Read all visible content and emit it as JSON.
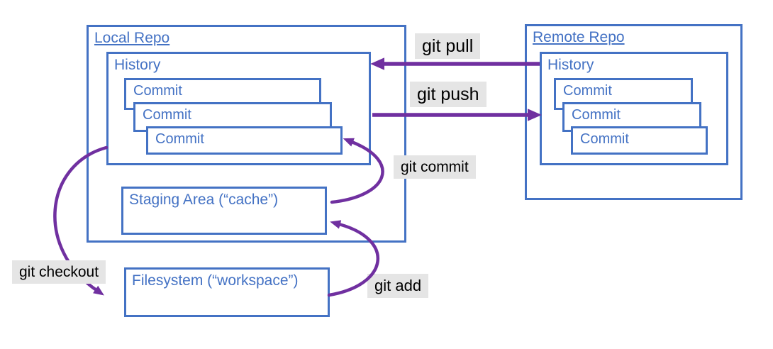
{
  "local_repo": {
    "title": "Local Repo",
    "history": {
      "title": "History",
      "commits": [
        "Commit",
        "Commit",
        "Commit"
      ]
    },
    "staging": {
      "label": "Staging Area (“cache”)"
    }
  },
  "remote_repo": {
    "title": "Remote Repo",
    "history": {
      "title": "History",
      "commits": [
        "Commit",
        "Commit",
        "Commit"
      ]
    }
  },
  "filesystem": {
    "label": "Filesystem (“workspace”)"
  },
  "arrow_labels": {
    "pull": "git pull",
    "push": "git push",
    "commit": "git commit",
    "add": "git add",
    "checkout": "git checkout"
  },
  "colors": {
    "box_border": "#4472C4",
    "box_text": "#4472C4",
    "arrow": "#7030A0",
    "label_bg": "#E5E5E5",
    "label_text": "#000000"
  }
}
